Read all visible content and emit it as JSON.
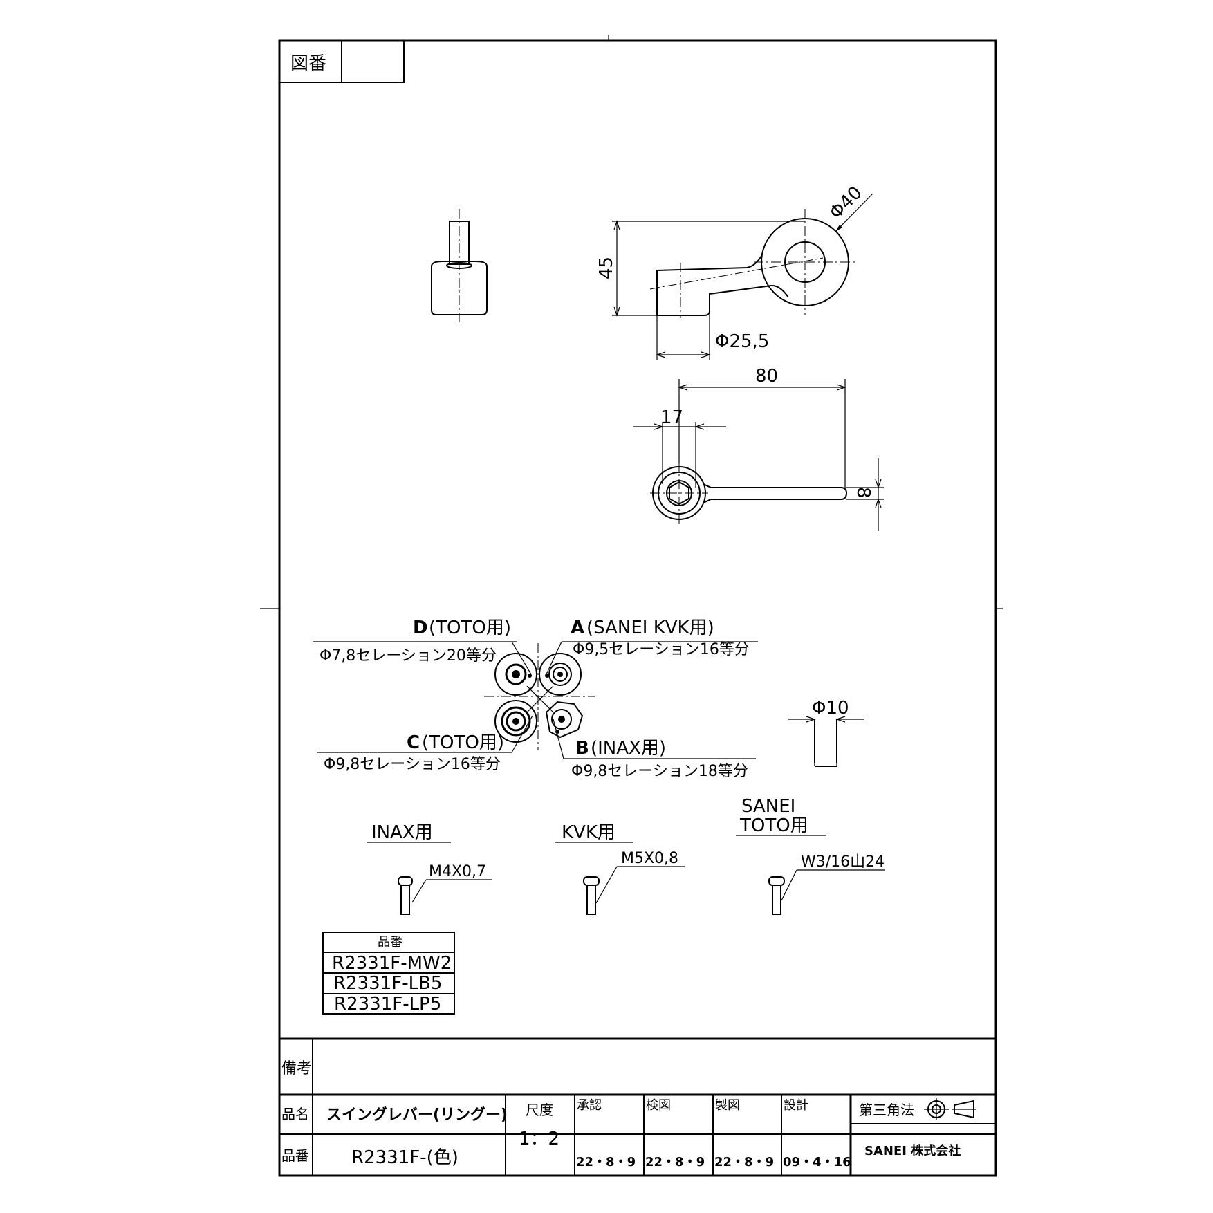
{
  "frame": {
    "drawing_no_label": "図番",
    "drawing_no_value": ""
  },
  "views": {
    "side_dim_height": "45",
    "side_dim_ring_dia": "Φ40",
    "side_dim_bore": "Φ25,5",
    "top_dim_length": "80",
    "top_dim_hub": "17",
    "top_dim_width": "8",
    "pin_dia": "Φ10"
  },
  "adapters": {
    "D_letter": "D",
    "D_label": "(TOTO用)",
    "D_spec": "Φ7,8セレーション20等分",
    "A_letter": "A",
    "A_label": "(SANEI KVK用)",
    "A_spec": "Φ9,5セレーション16等分",
    "C_letter": "C",
    "C_label": "(TOTO用)",
    "C_spec": "Φ9,8セレーション16等分",
    "B_letter": "B",
    "B_label": "(INAX用)",
    "B_spec": "Φ9,8セレーション18等分"
  },
  "screws": [
    {
      "title": "INAX用",
      "spec": "M4X0,7"
    },
    {
      "title": "KVK用",
      "spec": "M5X0,8"
    },
    {
      "title_line1": "SANEI",
      "title_line2": "TOTO用",
      "spec": "W3/16山24"
    }
  ],
  "part_table": {
    "header": "品番",
    "rows": [
      "R2331F-MW2",
      "R2331F-LB5",
      "R2331F-LP5"
    ]
  },
  "title_block": {
    "remarks_label": "備考",
    "name_label": "品名",
    "name_value": "スイングレバー(リングー)",
    "number_label": "品番",
    "number_value": "R2331F-(色)",
    "scale_label": "尺度",
    "scale_value": "1：2",
    "approve_label": "承認",
    "approve_date": "22・8・9",
    "check_label": "検図",
    "check_date": "22・8・9",
    "draw_label": "製図",
    "draw_date": "22・8・9",
    "design_label": "設計",
    "design_date": "09・4・16",
    "projection_label": "第三角法",
    "company": "SANEI 株式会社"
  }
}
